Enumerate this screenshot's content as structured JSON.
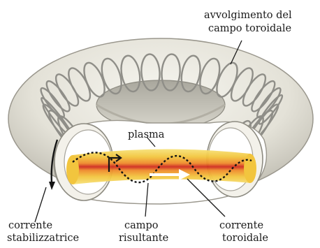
{
  "labels": {
    "winding_line1": "avvolgimento del",
    "winding_line2": "campo toroidale",
    "plasma": "plasma",
    "stab_line1": "corrente",
    "stab_line2": "stabilizzatrice",
    "field_line1": "campo",
    "field_line2": "risultante",
    "tor_line1": "corrente",
    "tor_line2": "toroidale"
  },
  "colors": {
    "torus_body": "#e8e6dd",
    "torus_shade": "#bdbab0",
    "coil": "#8f8e88",
    "plasma_outer": "#f2d34a",
    "plasma_mid": "#f08a2a",
    "plasma_core": "#cf2a1e",
    "arrow": "#ffffff"
  }
}
